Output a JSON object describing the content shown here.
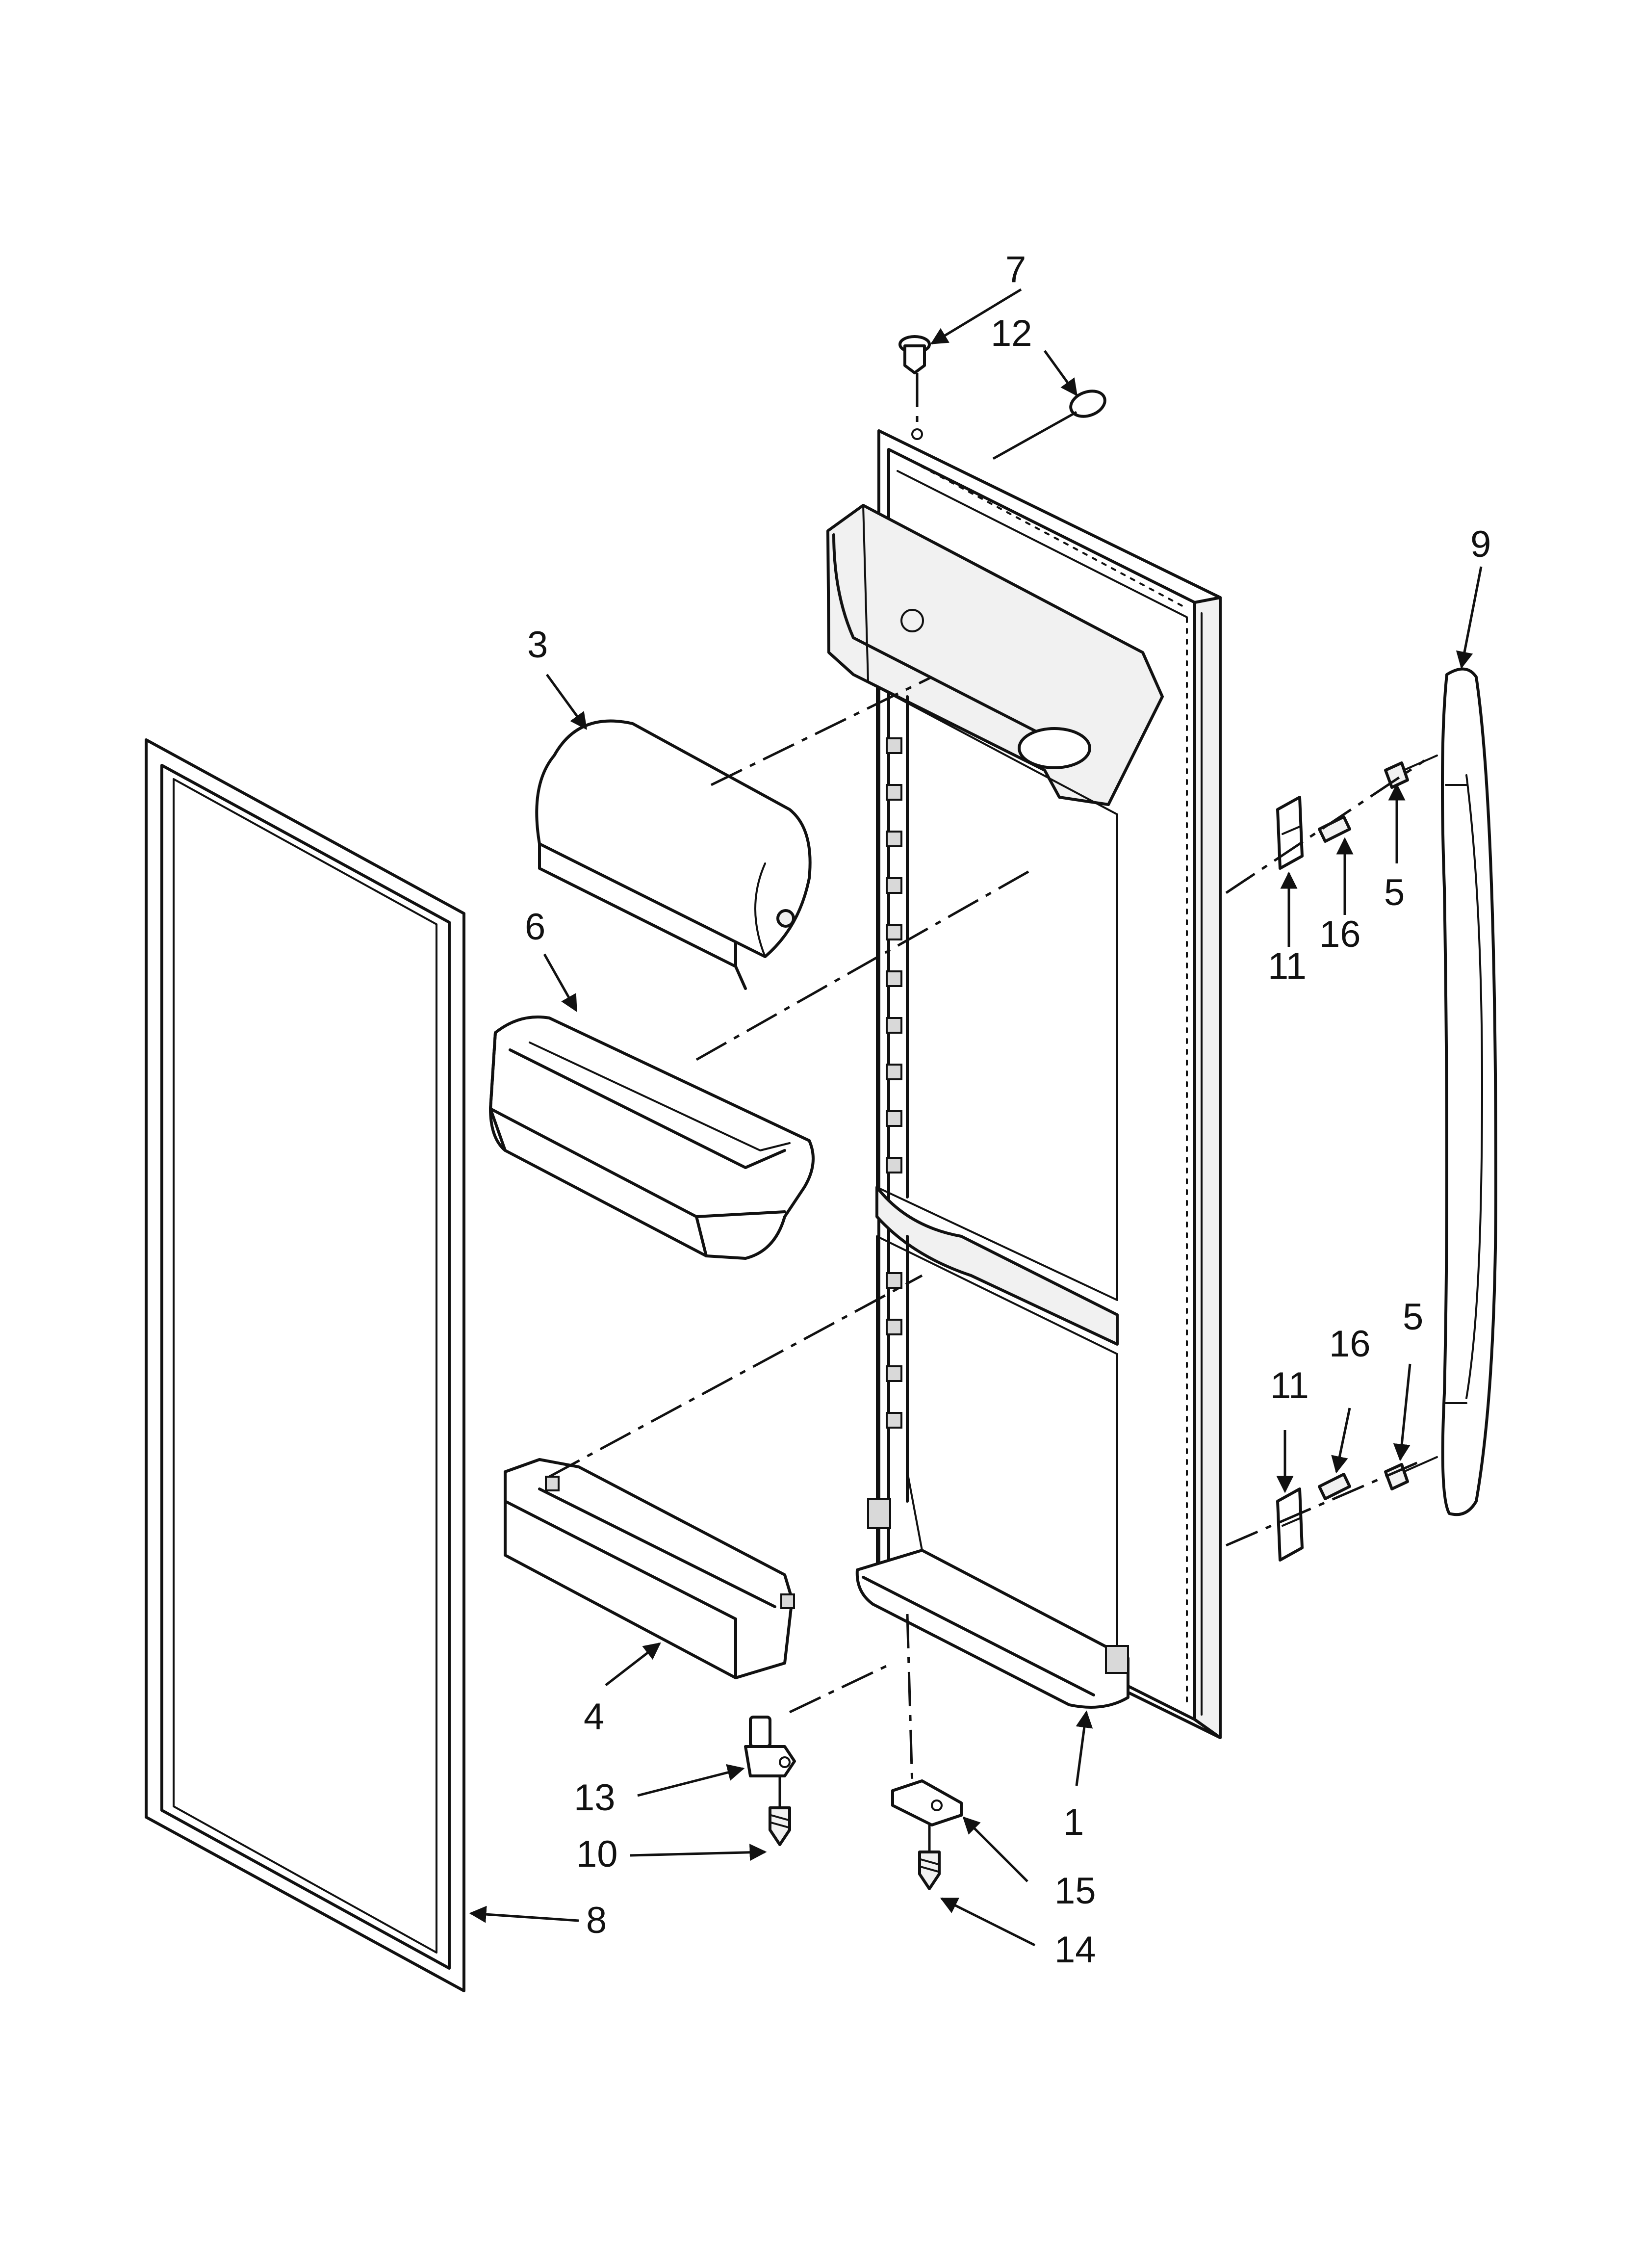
{
  "diagram": {
    "callouts": [
      {
        "id": "c7",
        "label": "7"
      },
      {
        "id": "c12",
        "label": "12"
      },
      {
        "id": "c9",
        "label": "9"
      },
      {
        "id": "c3",
        "label": "3"
      },
      {
        "id": "c6",
        "label": "6"
      },
      {
        "id": "c5a",
        "label": "5"
      },
      {
        "id": "c16a",
        "label": "16"
      },
      {
        "id": "c11a",
        "label": "11"
      },
      {
        "id": "c5b",
        "label": "5"
      },
      {
        "id": "c16b",
        "label": "16"
      },
      {
        "id": "c11b",
        "label": "11"
      },
      {
        "id": "c4",
        "label": "4"
      },
      {
        "id": "c13",
        "label": "13"
      },
      {
        "id": "c10",
        "label": "10"
      },
      {
        "id": "c1",
        "label": "1"
      },
      {
        "id": "c15",
        "label": "15"
      },
      {
        "id": "c8",
        "label": "8"
      },
      {
        "id": "c14",
        "label": "14"
      }
    ]
  },
  "colors": {
    "ink": "#111111",
    "paper": "#ffffff"
  }
}
